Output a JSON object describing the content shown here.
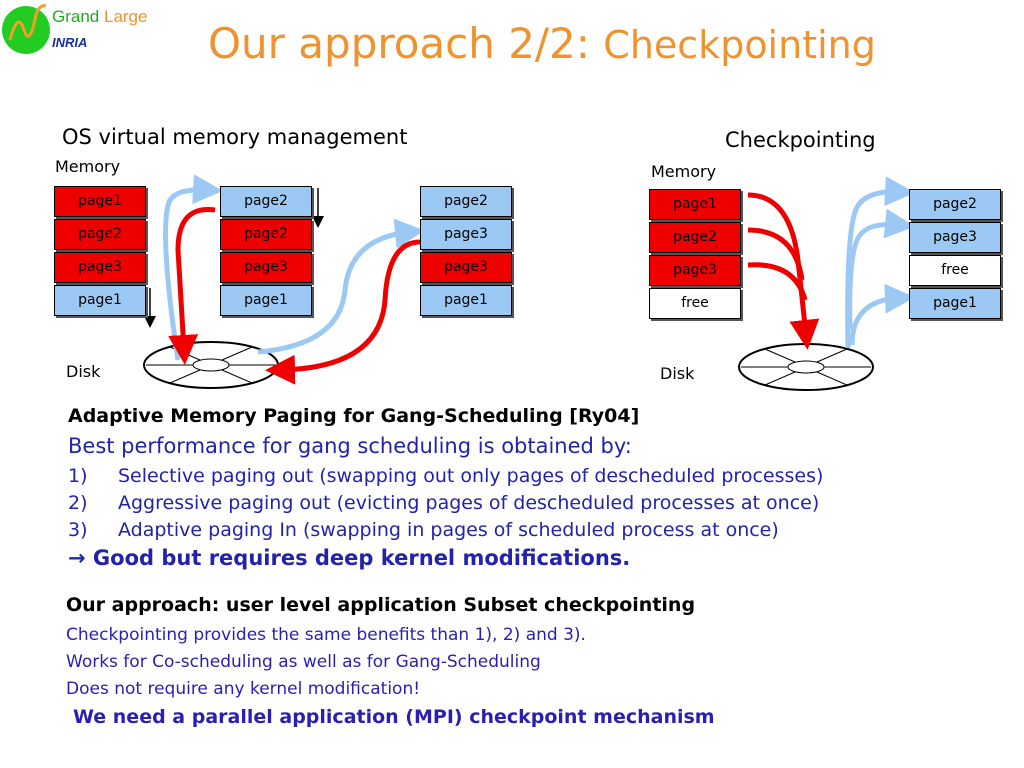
{
  "logo": {
    "grand": "Grand",
    "large": "Large",
    "inria": "INRIA"
  },
  "title": {
    "main": "Our approach 2/2:",
    "sub": "Checkpointing"
  },
  "left_diagram": {
    "heading": "OS virtual memory management",
    "memory_label": "Memory",
    "disk_label": "Disk",
    "col1": [
      "page1",
      "page2",
      "page3",
      "page1"
    ],
    "col2": [
      "page2",
      "page2",
      "page3",
      "page1"
    ],
    "col3": [
      "page2",
      "page3",
      "page3",
      "page1"
    ]
  },
  "right_diagram": {
    "heading": "Checkpointing",
    "memory_label": "Memory",
    "disk_label": "Disk",
    "col1": [
      "page1",
      "page2",
      "page3",
      "free"
    ],
    "col2": [
      "page2",
      "page3",
      "free",
      "page1"
    ]
  },
  "body": {
    "ref_title": "Adaptive Memory Paging for Gang-Scheduling [Ry04]",
    "intro": "Best performance for gang scheduling is obtained by:",
    "items": [
      {
        "num": "1)",
        "text": "Selective paging out (swapping out only pages of descheduled processes)"
      },
      {
        "num": "2)",
        "text": "Aggressive paging out (evicting pages of descheduled processes at once)"
      },
      {
        "num": "3)",
        "text": "Adaptive paging In (swapping in pages of scheduled process at once)"
      }
    ],
    "arrow": "→",
    "conclusion": "Good but requires deep kernel modifications.",
    "approach_title": "Our approach: user level application Subset checkpointing",
    "approach_lines": [
      "Checkpointing provides the same benefits than 1), 2) and 3).",
      "Works for Co-scheduling as well as for Gang-Scheduling",
      "Does not require any kernel modification!"
    ],
    "final": "We need a parallel application (MPI) checkpoint mechanism"
  },
  "colors": {
    "title": "#f0922e",
    "logo_green": "#22aa22",
    "page_red": "#ee0000",
    "page_blue": "#9cc9f3",
    "arrow_red": "#ee0000",
    "arrow_blue": "#9cc9f3",
    "text_navy": "#2222aa"
  }
}
